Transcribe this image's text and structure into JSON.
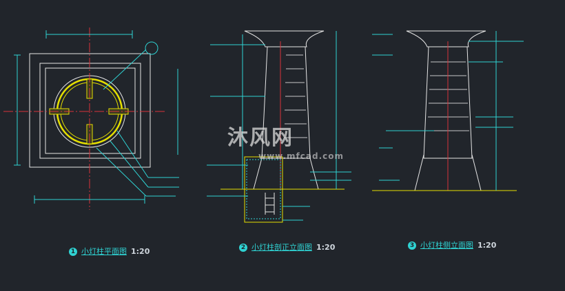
{
  "views": [
    {
      "number": "1",
      "name": "小灯柱平面图",
      "scale": "1:20"
    },
    {
      "number": "2",
      "name": "小灯柱剖正立面图",
      "scale": "1:20"
    },
    {
      "number": "3",
      "name": "小灯柱侧立面图",
      "scale": "1:20"
    }
  ],
  "watermark": {
    "text": "沐风网",
    "url": "www.mfcad.com"
  },
  "colors": {
    "background": "#21252b",
    "outline": "#e6e6e6",
    "dimension": "#2fd3d3",
    "centerline": "#d9343b",
    "fixture": "#e6e000"
  }
}
